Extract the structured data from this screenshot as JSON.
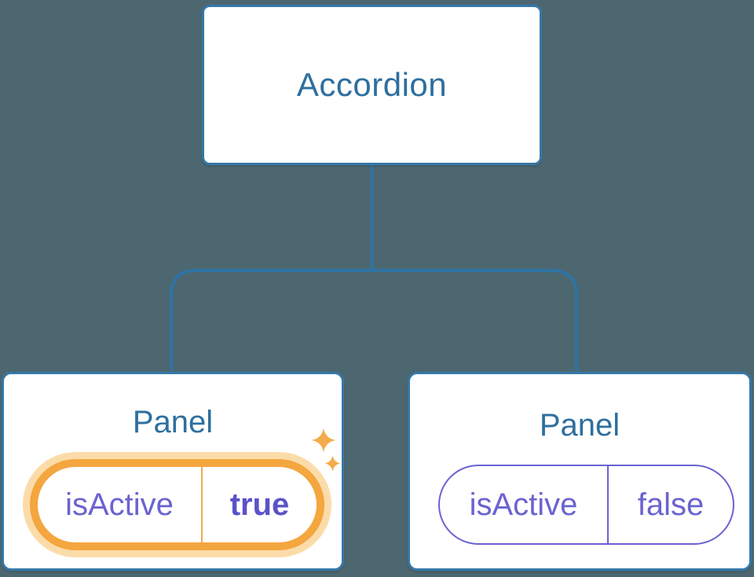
{
  "diagram": {
    "title_hidden": "",
    "root": {
      "label": "Accordion"
    },
    "panels": [
      {
        "label": "Panel",
        "state_name": "isActive",
        "state_value": "true",
        "highlighted": true
      },
      {
        "label": "Panel",
        "state_name": "isActive",
        "state_value": "false",
        "highlighted": false
      }
    ]
  },
  "icons": {
    "sparkle_big": "sparkle-icon",
    "sparkle_small": "sparkle-icon"
  },
  "colors": {
    "background": "#4C6770",
    "node_fill": "#FFFFFF",
    "node_border": "#3578A9",
    "node_label_text": "#2E6F9E",
    "connector_line": "#2F73A4",
    "state_text_purple": "#6A63D1",
    "state_value_active_purple": "#5A52C8",
    "highlight_ring_orange": "#F4A63F",
    "highlight_glow_orange": "#FBDCA9",
    "highlight_divider_orange": "#F3A94F",
    "sparkle_orange": "#F4AC4A"
  }
}
